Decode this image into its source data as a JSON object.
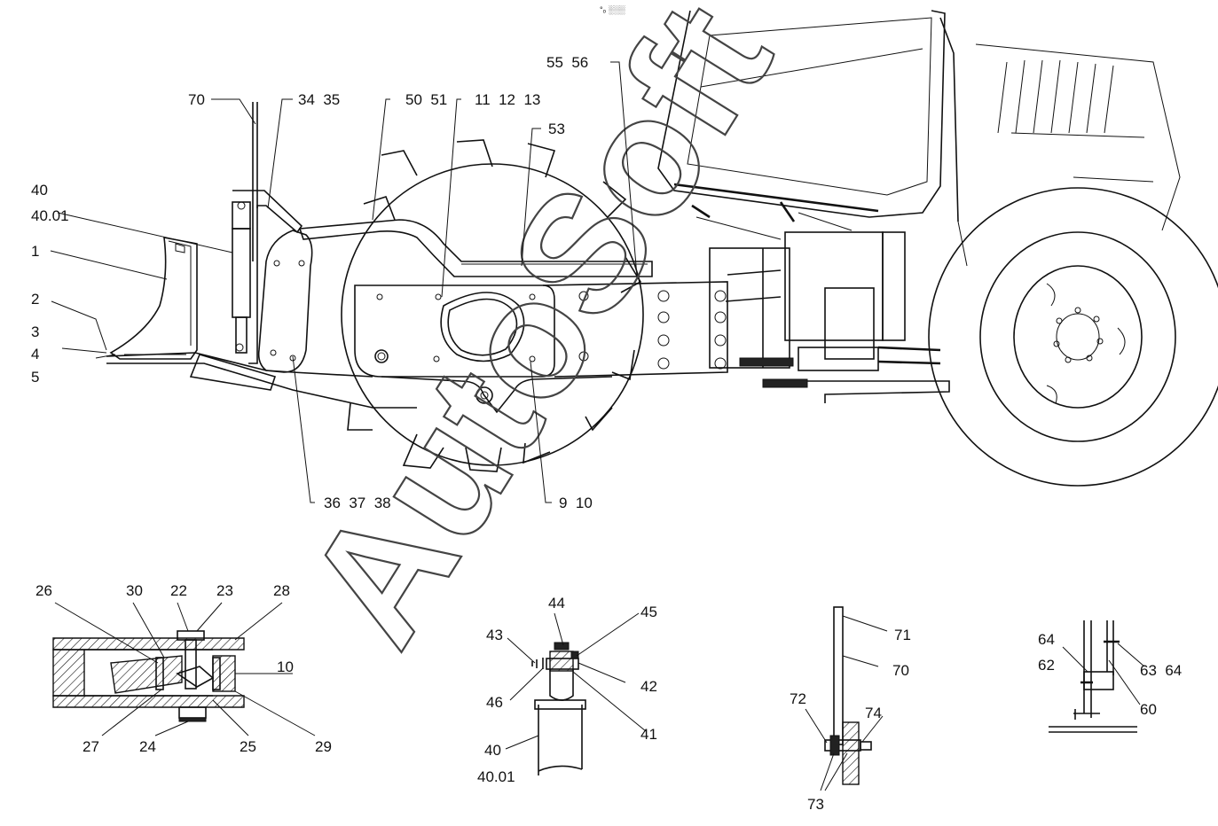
{
  "watermark": "AutoSoft",
  "top_mark": "°ₒ ░░░",
  "main_labels": {
    "l70": "70",
    "l34_35": "34  35",
    "l50_51": "50  51",
    "l11_12_13": "11  12  13",
    "l55_56": "55  56",
    "l53": "53",
    "l40": "40",
    "l40_01": "40.01",
    "l1": "1",
    "l2": "2",
    "l3": "3",
    "l4": "4",
    "l5": "5",
    "l36_37_38": "36  37  38",
    "l9_10": "9  10"
  },
  "detail_a": {
    "l26": "26",
    "l30": "30",
    "l22": "22",
    "l23": "23",
    "l28": "28",
    "l10": "10",
    "l27": "27",
    "l24": "24",
    "l25": "25",
    "l29": "29"
  },
  "detail_b": {
    "l44": "44",
    "l45": "45",
    "l43": "43",
    "l42": "42",
    "l46": "46",
    "l41": "41",
    "l40": "40",
    "l40_01": "40.01"
  },
  "detail_c": {
    "l71": "71",
    "l70": "70",
    "l72": "72",
    "l74": "74",
    "l73": "73"
  },
  "detail_d": {
    "l64a": "64",
    "l62": "62",
    "l63_64": "63  64",
    "l60": "60"
  }
}
